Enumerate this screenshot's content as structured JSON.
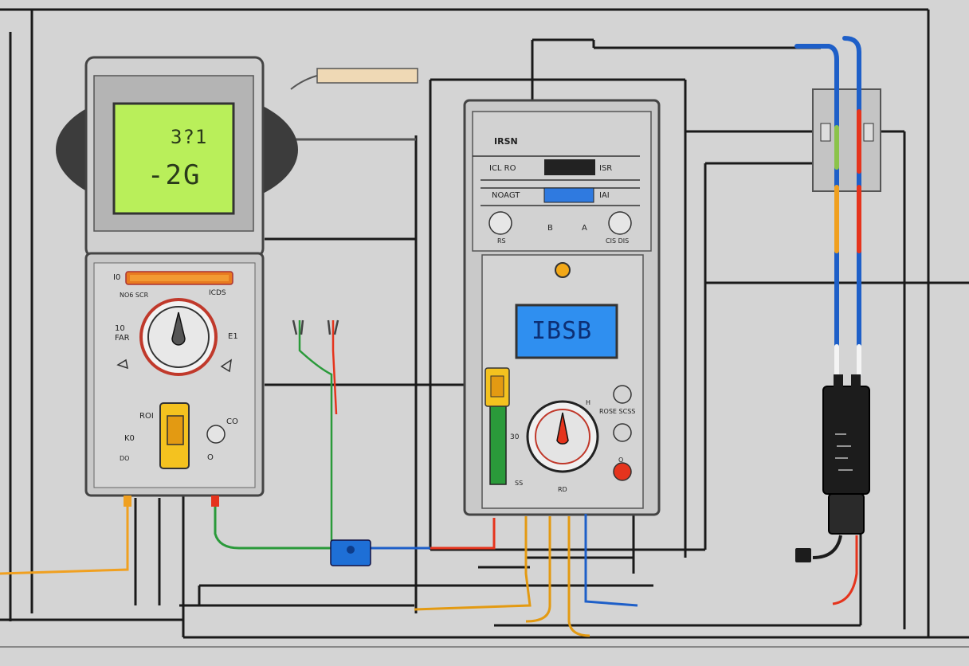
{
  "colors": {
    "background": "#d4d4d4",
    "meter_body": "#c9c9c9",
    "lcd_green": "#b9ef5a",
    "lcd_blue": "#2f8ff0",
    "wire_orange": "#f0a020",
    "wire_red": "#e5341d",
    "wire_blue": "#1e5fc8",
    "wire_green": "#2a9a3a",
    "wire_black": "#1a1a1a"
  },
  "left_meter": {
    "display_line1": "3?1",
    "display_line2": "-2G",
    "bar_label": "I0",
    "dial_label_left": "NO6 SCR",
    "dial_label_right": "ICDS",
    "side_label_1": "10",
    "side_label_2": "FAR",
    "side_label_right": "E1",
    "bottom_label_1": "ROI",
    "bottom_label_2": "K0",
    "bottom_label_3": "CO",
    "bottom_label_4": "DO",
    "bottom_label_5": "O"
  },
  "right_panel": {
    "title": "IRSN",
    "row1_left": "ICL RO",
    "row1_right": "ISR",
    "row2_left": "NOAGT",
    "row2_right": "IAI",
    "gauge_label_left": "RS",
    "gauge_label_mid": "B",
    "gauge_label_mid2": "A",
    "gauge_label_right": "CIS DIS",
    "display_text": "IBSB",
    "label_rose": "ROSE SCSS",
    "label_num": "30",
    "label_ss": "SS",
    "label_rd": "RD",
    "label_small1": "H",
    "label_small2": "O"
  }
}
